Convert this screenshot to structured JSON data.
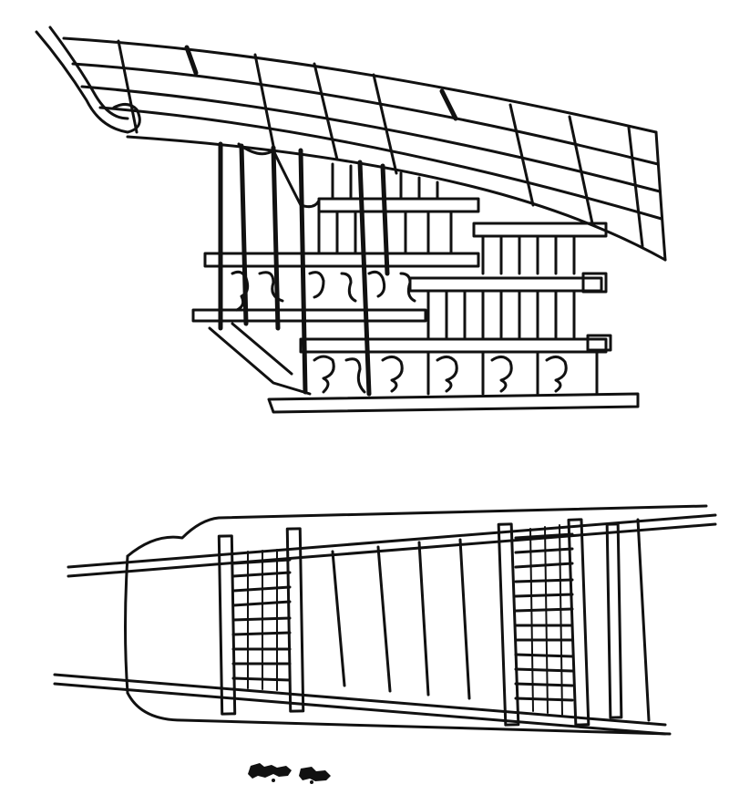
{
  "colors": {
    "ink": "#111111",
    "paper": "#ffffff"
  },
  "figures": [
    {
      "name": "stern-gallery-elevation"
    },
    {
      "name": "stern-deck-plan"
    }
  ],
  "mark": {
    "name": "illegible-seal-mark"
  }
}
